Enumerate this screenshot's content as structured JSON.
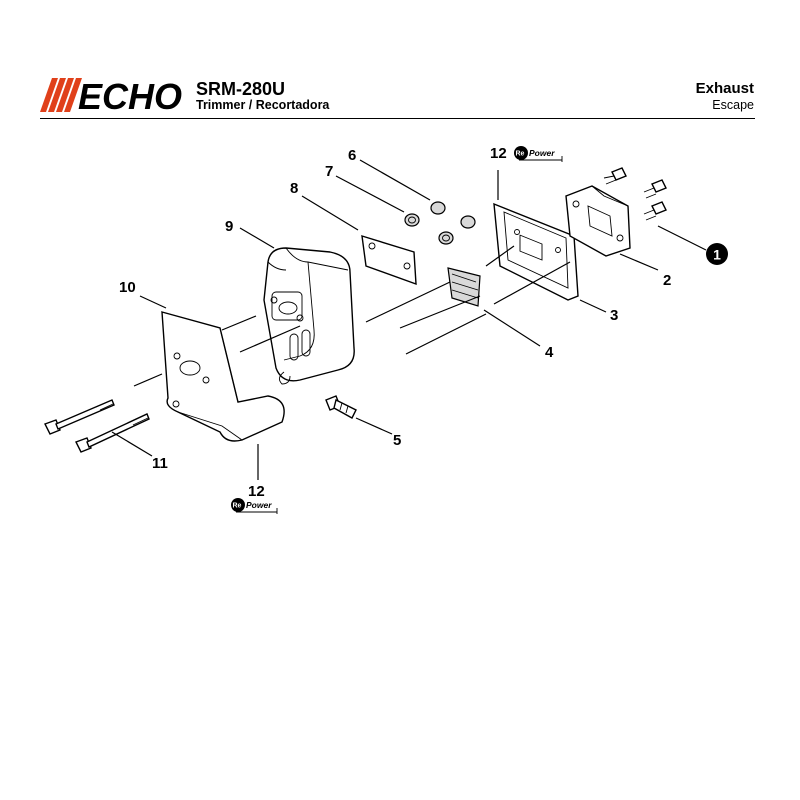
{
  "header": {
    "brand": "ECHO",
    "model": "SRM-280U",
    "subtitle": "Trimmer / Recortadora",
    "section": "Exhaust",
    "section_sub": "Escape"
  },
  "callouts": [
    {
      "id": "1",
      "label": "1",
      "style": "badge"
    },
    {
      "id": "2",
      "label": "2"
    },
    {
      "id": "3",
      "label": "3"
    },
    {
      "id": "4",
      "label": "4"
    },
    {
      "id": "5",
      "label": "5"
    },
    {
      "id": "6",
      "label": "6"
    },
    {
      "id": "7",
      "label": "7"
    },
    {
      "id": "8",
      "label": "8"
    },
    {
      "id": "9",
      "label": "9"
    },
    {
      "id": "10",
      "label": "10"
    },
    {
      "id": "11",
      "label": "11"
    },
    {
      "id": "12a",
      "label": "12"
    },
    {
      "id": "12b",
      "label": "12"
    }
  ],
  "repower": {
    "re": "Re",
    "power": "Power"
  },
  "colors": {
    "ink": "#000000",
    "badge": "#000000",
    "accent": "#e0401a"
  }
}
